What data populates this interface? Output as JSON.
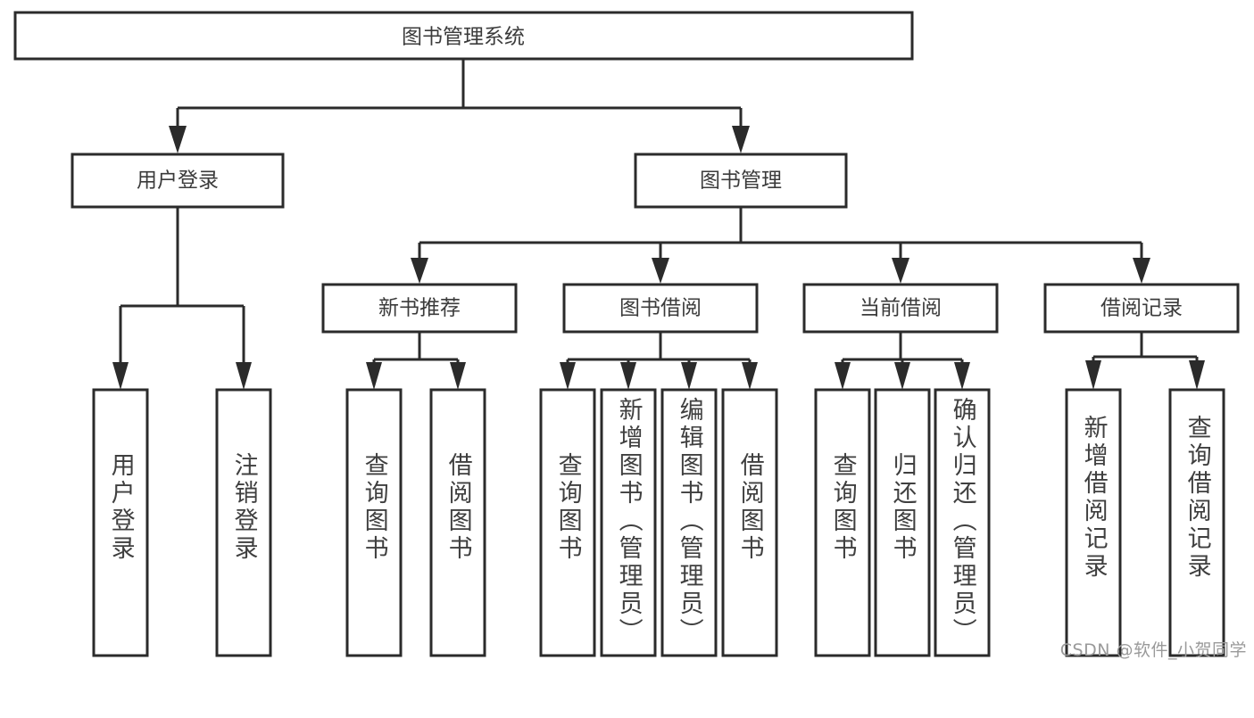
{
  "diagram": {
    "type": "hierarchy-tree",
    "title_node": {
      "label": "图书管理系统"
    },
    "level2": [
      {
        "id": "user-login",
        "label": "用户登录"
      },
      {
        "id": "book-management",
        "label": "图书管理"
      }
    ],
    "level3": [
      {
        "id": "new-book-recommend",
        "label": "新书推荐"
      },
      {
        "id": "book-borrow",
        "label": "图书借阅"
      },
      {
        "id": "current-borrow",
        "label": "当前借阅"
      },
      {
        "id": "borrow-record",
        "label": "借阅记录"
      }
    ],
    "leaves": [
      {
        "id": "leaf-user-login",
        "label": "用户登录",
        "parent": "user-login"
      },
      {
        "id": "leaf-logout-login",
        "label": "注销登录",
        "parent": "user-login"
      },
      {
        "id": "leaf-query-book-1",
        "label": "查询图书",
        "parent": "new-book-recommend"
      },
      {
        "id": "leaf-borrow-book-1",
        "label": "借阅图书",
        "parent": "new-book-recommend"
      },
      {
        "id": "leaf-query-book-2",
        "label": "查询图书",
        "parent": "book-borrow"
      },
      {
        "id": "leaf-add-book",
        "label": "新增图书（管理员）",
        "parent": "book-borrow"
      },
      {
        "id": "leaf-edit-book",
        "label": "编辑图书（管理员）",
        "parent": "book-borrow"
      },
      {
        "id": "leaf-borrow-book-2",
        "label": "借阅图书",
        "parent": "book-borrow"
      },
      {
        "id": "leaf-query-book-3",
        "label": "查询图书",
        "parent": "current-borrow"
      },
      {
        "id": "leaf-return-book",
        "label": "归还图书",
        "parent": "current-borrow"
      },
      {
        "id": "leaf-confirm-return",
        "label": "确认归还（管理员）",
        "parent": "current-borrow"
      },
      {
        "id": "leaf-add-record",
        "label": "新增借阅记录",
        "parent": "borrow-record"
      },
      {
        "id": "leaf-query-record",
        "label": "查询借阅记录",
        "parent": "borrow-record"
      }
    ]
  },
  "watermark": {
    "text": "CSDN @软件_小贺同学"
  },
  "colors": {
    "stroke": "#2b2b2b",
    "text": "#3b3b3b",
    "background": "#ffffff",
    "watermark": "#9a9a9a"
  }
}
